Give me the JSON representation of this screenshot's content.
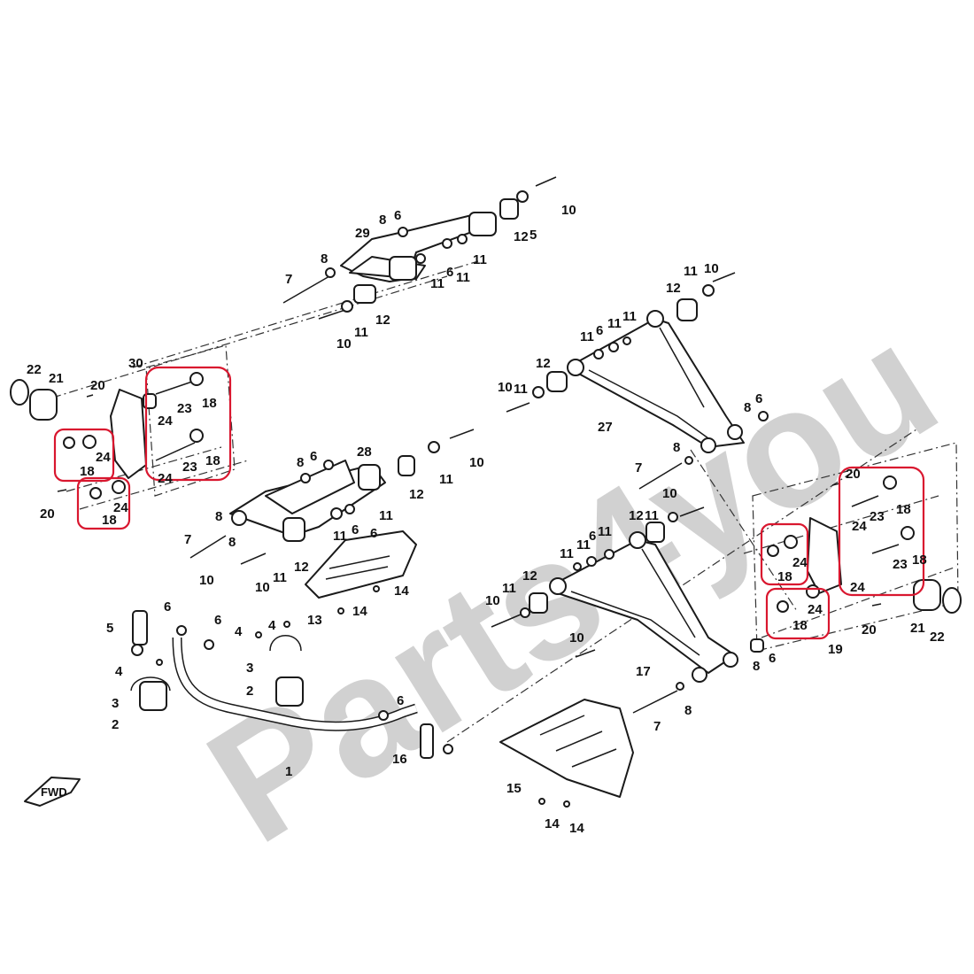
{
  "watermark": "Parts4you",
  "forward_marker": "FWD",
  "highlight_color": "#d9172f",
  "labels": {
    "upper_arm_top": [
      {
        "id": "l29",
        "text": "29"
      },
      {
        "id": "l8a",
        "text": "8"
      },
      {
        "id": "l6a",
        "text": "6"
      },
      {
        "id": "l8b",
        "text": "8"
      },
      {
        "id": "l7a",
        "text": "7"
      },
      {
        "id": "l11a",
        "text": "11"
      },
      {
        "id": "l6b",
        "text": "6"
      },
      {
        "id": "l11b",
        "text": "11"
      },
      {
        "id": "l11c",
        "text": "11"
      },
      {
        "id": "l12a",
        "text": "12"
      },
      {
        "id": "l5a",
        "text": "5"
      },
      {
        "id": "l10a",
        "text": "10"
      },
      {
        "id": "l10b",
        "text": "10"
      },
      {
        "id": "l11d",
        "text": "11"
      },
      {
        "id": "l12b",
        "text": "12"
      }
    ]
  },
  "callouts": [
    {
      "id": "c22a",
      "text": "22"
    },
    {
      "id": "c21a",
      "text": "21"
    },
    {
      "id": "c30",
      "text": "30"
    },
    {
      "id": "c20a",
      "text": "20"
    },
    {
      "id": "c23a",
      "text": "23"
    },
    {
      "id": "c18a",
      "text": "18"
    },
    {
      "id": "c24a",
      "text": "24"
    },
    {
      "id": "c24b",
      "text": "24"
    },
    {
      "id": "c18b",
      "text": "18"
    },
    {
      "id": "c23b",
      "text": "23"
    },
    {
      "id": "c18c",
      "text": "18"
    },
    {
      "id": "c24c",
      "text": "24"
    },
    {
      "id": "c20b",
      "text": "20"
    },
    {
      "id": "c24d",
      "text": "24"
    },
    {
      "id": "c18d",
      "text": "18"
    },
    {
      "id": "c8c",
      "text": "8"
    },
    {
      "id": "c6c",
      "text": "6"
    },
    {
      "id": "c28",
      "text": "28"
    },
    {
      "id": "c8d",
      "text": "8"
    },
    {
      "id": "c10c",
      "text": "10"
    },
    {
      "id": "c11e",
      "text": "11"
    },
    {
      "id": "c12c",
      "text": "12"
    },
    {
      "id": "c11f",
      "text": "11"
    },
    {
      "id": "c6d",
      "text": "6"
    },
    {
      "id": "c11g",
      "text": "11"
    },
    {
      "id": "c6e",
      "text": "6"
    },
    {
      "id": "c7b",
      "text": "7"
    },
    {
      "id": "c8e",
      "text": "8"
    },
    {
      "id": "c10d",
      "text": "10"
    },
    {
      "id": "c10e",
      "text": "10"
    },
    {
      "id": "c11h",
      "text": "11"
    },
    {
      "id": "c12d",
      "text": "12"
    },
    {
      "id": "c13",
      "text": "13"
    },
    {
      "id": "c14a",
      "text": "14"
    },
    {
      "id": "c14b",
      "text": "14"
    },
    {
      "id": "c5",
      "text": "5"
    },
    {
      "id": "c6f",
      "text": "6"
    },
    {
      "id": "c6g",
      "text": "6"
    },
    {
      "id": "c4a",
      "text": "4"
    },
    {
      "id": "c4b",
      "text": "4"
    },
    {
      "id": "c4c",
      "text": "4"
    },
    {
      "id": "c3a",
      "text": "3"
    },
    {
      "id": "c3b",
      "text": "3"
    },
    {
      "id": "c2a",
      "text": "2"
    },
    {
      "id": "c2b",
      "text": "2"
    },
    {
      "id": "c1",
      "text": "1"
    },
    {
      "id": "c6h",
      "text": "6"
    },
    {
      "id": "c16",
      "text": "16"
    },
    {
      "id": "c11i",
      "text": "11"
    },
    {
      "id": "c10f",
      "text": "10"
    },
    {
      "id": "c12e",
      "text": "12"
    },
    {
      "id": "c11j",
      "text": "11"
    },
    {
      "id": "c6i",
      "text": "6"
    },
    {
      "id": "c11k",
      "text": "11"
    },
    {
      "id": "c11l",
      "text": "11"
    },
    {
      "id": "c10g",
      "text": "10"
    },
    {
      "id": "c11m",
      "text": "11"
    },
    {
      "id": "c12f",
      "text": "12"
    },
    {
      "id": "c27",
      "text": "27"
    },
    {
      "id": "c8f",
      "text": "8"
    },
    {
      "id": "c6j",
      "text": "6"
    },
    {
      "id": "c8g",
      "text": "8"
    },
    {
      "id": "c7c",
      "text": "7"
    },
    {
      "id": "c10h",
      "text": "10"
    },
    {
      "id": "c11n",
      "text": "11"
    },
    {
      "id": "c12g",
      "text": "12"
    },
    {
      "id": "c11o",
      "text": "11"
    },
    {
      "id": "c6k",
      "text": "6"
    },
    {
      "id": "c11p",
      "text": "11"
    },
    {
      "id": "c11q",
      "text": "11"
    },
    {
      "id": "c10i",
      "text": "10"
    },
    {
      "id": "c11r",
      "text": "11"
    },
    {
      "id": "c12h",
      "text": "12"
    },
    {
      "id": "c10j",
      "text": "10"
    },
    {
      "id": "c17",
      "text": "17"
    },
    {
      "id": "c8h",
      "text": "8"
    },
    {
      "id": "c6l",
      "text": "6"
    },
    {
      "id": "c7d",
      "text": "7"
    },
    {
      "id": "c8i",
      "text": "8"
    },
    {
      "id": "c15",
      "text": "15"
    },
    {
      "id": "c14c",
      "text": "14"
    },
    {
      "id": "c14d",
      "text": "14"
    },
    {
      "id": "c20c",
      "text": "20"
    },
    {
      "id": "c23c",
      "text": "23"
    },
    {
      "id": "c18e",
      "text": "18"
    },
    {
      "id": "c24e",
      "text": "24"
    },
    {
      "id": "c23d",
      "text": "23"
    },
    {
      "id": "c18f",
      "text": "18"
    },
    {
      "id": "c24f",
      "text": "24"
    },
    {
      "id": "c18g",
      "text": "18"
    },
    {
      "id": "c24g",
      "text": "24"
    },
    {
      "id": "c24h",
      "text": "24"
    },
    {
      "id": "c18h",
      "text": "18"
    },
    {
      "id": "c20d",
      "text": "20"
    },
    {
      "id": "c21b",
      "text": "21"
    },
    {
      "id": "c22b",
      "text": "22"
    },
    {
      "id": "c19",
      "text": "19"
    }
  ]
}
